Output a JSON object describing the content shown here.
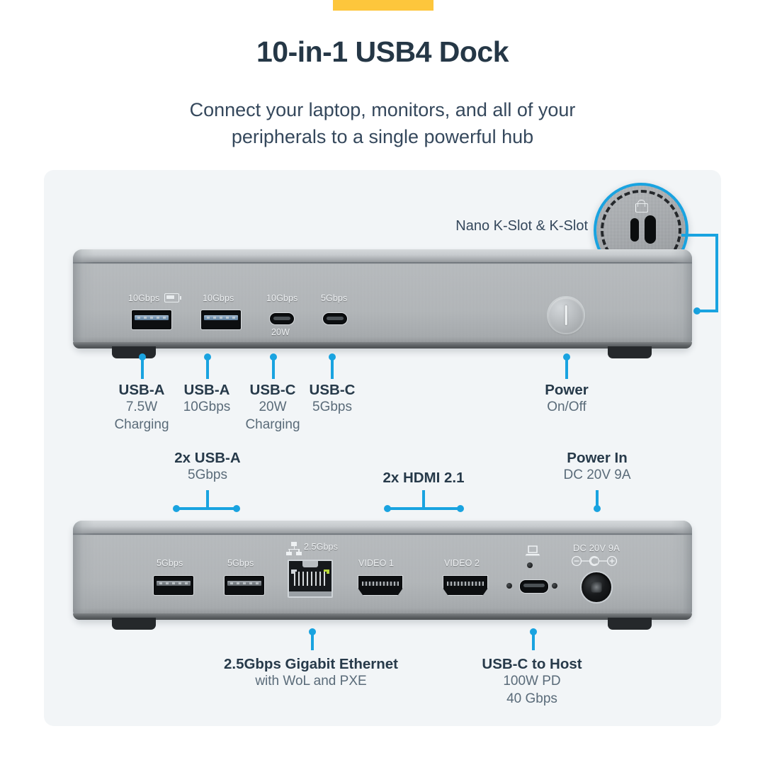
{
  "accent_color": "#fdc63c",
  "leader_color": "#19a3e0",
  "header": {
    "title": "10-in-1 USB4 Dock",
    "subtitle_line1": "Connect your laptop, monitors, and all of your",
    "subtitle_line2": "peripherals to a single powerful hub"
  },
  "magnifier": {
    "label": "Nano K-Slot & K-Slot",
    "lock_icon": "lock-icon"
  },
  "front_panel": {
    "port_labels": [
      {
        "text": "10Gbps",
        "icon": "battery-charging-icon"
      },
      {
        "text": "10Gbps",
        "icon": ""
      },
      {
        "text": "10Gbps",
        "icon": ""
      },
      {
        "text": "5Gbps",
        "icon": ""
      }
    ],
    "usbc_sub_label": "20W",
    "power_button": "power-button"
  },
  "front_callouts": [
    {
      "title": "USB-A",
      "line2": "7.5W",
      "line3": "Charging"
    },
    {
      "title": "USB-A",
      "line2": "10Gbps",
      "line3": ""
    },
    {
      "title": "USB-C",
      "line2": "20W",
      "line3": "Charging"
    },
    {
      "title": "USB-C",
      "line2": "5Gbps",
      "line3": ""
    },
    {
      "title": "Power",
      "line2": "On/Off",
      "line3": ""
    }
  ],
  "rear_top_callouts": [
    {
      "title": "2x USB-A",
      "line2": "5Gbps"
    },
    {
      "title": "2x HDMI 2.1",
      "line2": ""
    },
    {
      "title": "Power In",
      "line2": "DC 20V 9A"
    }
  ],
  "rear_panel": {
    "usba_labels": [
      "5Gbps",
      "5Gbps"
    ],
    "ethernet_label": "2.5Gbps",
    "ethernet_icon": "network-icon",
    "hdmi_labels": [
      "VIDEO 1",
      "VIDEO 2"
    ],
    "host_icon": "laptop-icon",
    "dc_label": "DC 20V 9A",
    "dc_polarity": "polarity-icon"
  },
  "rear_bottom_callouts": [
    {
      "title": "2.5Gbps Gigabit Ethernet",
      "line2": "with WoL and PXE",
      "line3": ""
    },
    {
      "title": "USB-C to Host",
      "line2": "100W PD",
      "line3": "40 Gbps"
    }
  ]
}
